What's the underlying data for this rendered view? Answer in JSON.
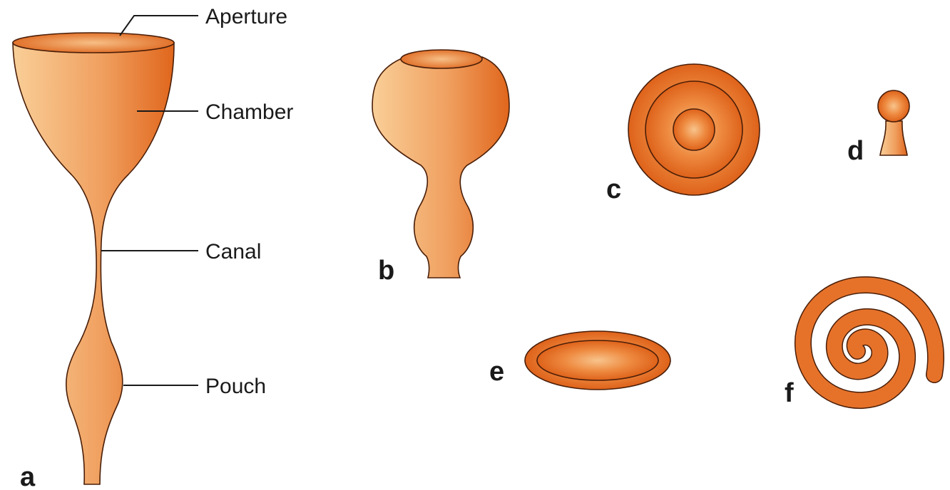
{
  "labels": {
    "aperture": "Aperture",
    "chamber": "Chamber",
    "canal": "Canal",
    "pouch": "Pouch"
  },
  "panels": {
    "a": "a",
    "b": "b",
    "c": "c",
    "d": "d",
    "e": "e",
    "f": "f"
  },
  "colors": {
    "light_fill": "#f9cf98",
    "mid_fill": "#f0a060",
    "dark_fill": "#e0661c",
    "outline": "#4a1e08",
    "text": "#1a1a1a"
  }
}
